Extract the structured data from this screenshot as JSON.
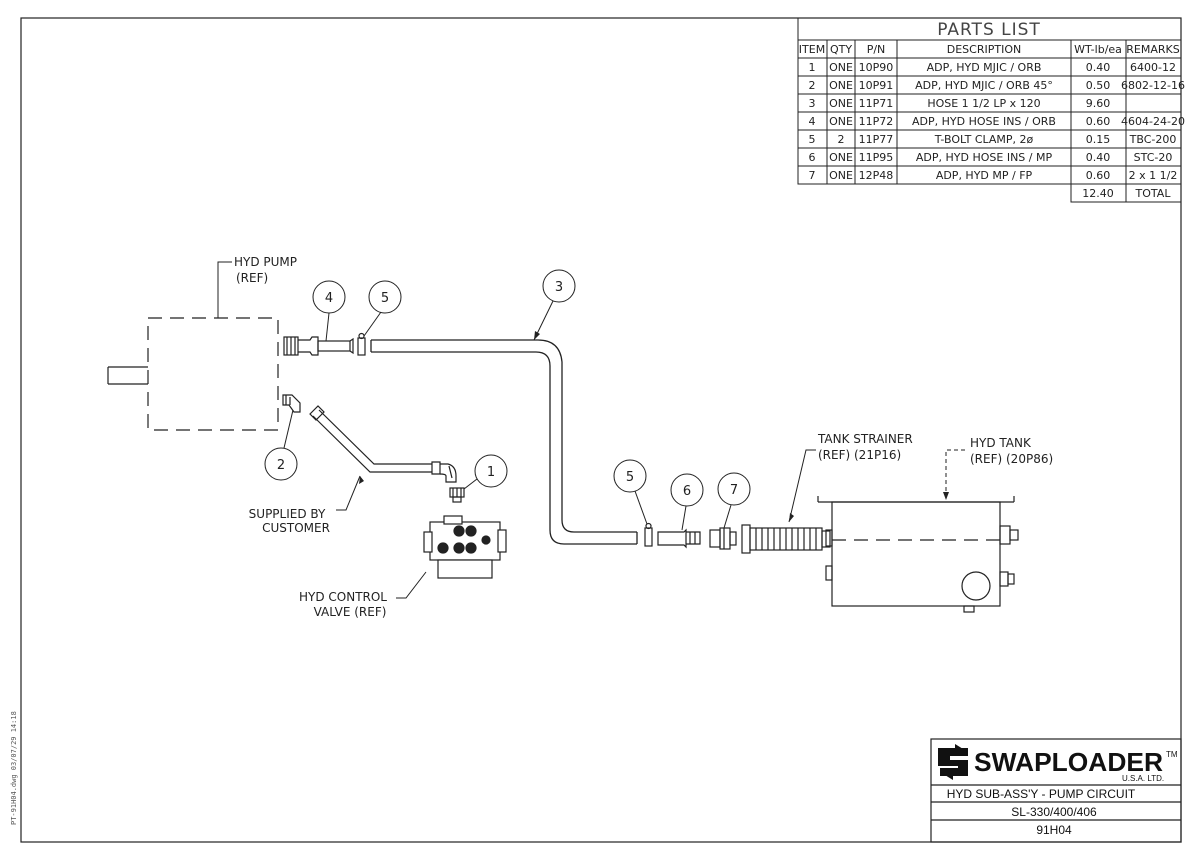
{
  "parts_list": {
    "title": "PARTS LIST",
    "headers": [
      "ITEM",
      "QTY",
      "P/N",
      "DESCRIPTION",
      "WT-lb/ea",
      "REMARKS"
    ],
    "rows": [
      [
        "1",
        "ONE",
        "10P90",
        "ADP, HYD MJIC / ORB",
        "0.40",
        "6400-12"
      ],
      [
        "2",
        "ONE",
        "10P91",
        "ADP, HYD MJIC / ORB 45°",
        "0.50",
        "6802-12-16"
      ],
      [
        "3",
        "ONE",
        "11P71",
        "HOSE 1 1/2 LP x 120",
        "9.60",
        ""
      ],
      [
        "4",
        "ONE",
        "11P72",
        "ADP, HYD HOSE INS / ORB",
        "0.60",
        "4604-24-20"
      ],
      [
        "5",
        "2",
        "11P77",
        "T-BOLT CLAMP, 2ø",
        "0.15",
        "TBC-200"
      ],
      [
        "6",
        "ONE",
        "11P95",
        "ADP, HYD HOSE INS / MP",
        "0.40",
        "STC-20"
      ],
      [
        "7",
        "ONE",
        "12P48",
        "ADP, HYD MP / FP",
        "0.60",
        "2 x 1 1/2"
      ]
    ],
    "total_weight": "12.40",
    "total_label": "TOTAL"
  },
  "labels": {
    "hyd_pump": [
      "HYD PUMP",
      "(REF)"
    ],
    "supplied_by": [
      "SUPPLIED BY",
      "CUSTOMER"
    ],
    "control_valve": [
      "HYD CONTROL",
      "VALVE (REF)"
    ],
    "tank_strainer": [
      "TANK STRAINER",
      "(REF) (21P16)"
    ],
    "hyd_tank": [
      "HYD TANK",
      "(REF) (20P86)"
    ]
  },
  "balloons": {
    "b1": "1",
    "b2": "2",
    "b3": "3",
    "b4": "4",
    "b5a": "5",
    "b5b": "5",
    "b6": "6",
    "b7": "7"
  },
  "title_block": {
    "logo_text": "SWAPLOADER",
    "logo_tm": "TM",
    "logo_sub": "U.S.A.   LTD.",
    "title": "HYD SUB-ASS'Y - PUMP CIRCUIT",
    "models": "SL-330/400/406",
    "drawing_number": "91H04"
  },
  "side_stamp": "PT-91H04.dwg    03/07/29  14:18",
  "colors": {
    "line": "#222222",
    "paper": "#ffffff"
  }
}
